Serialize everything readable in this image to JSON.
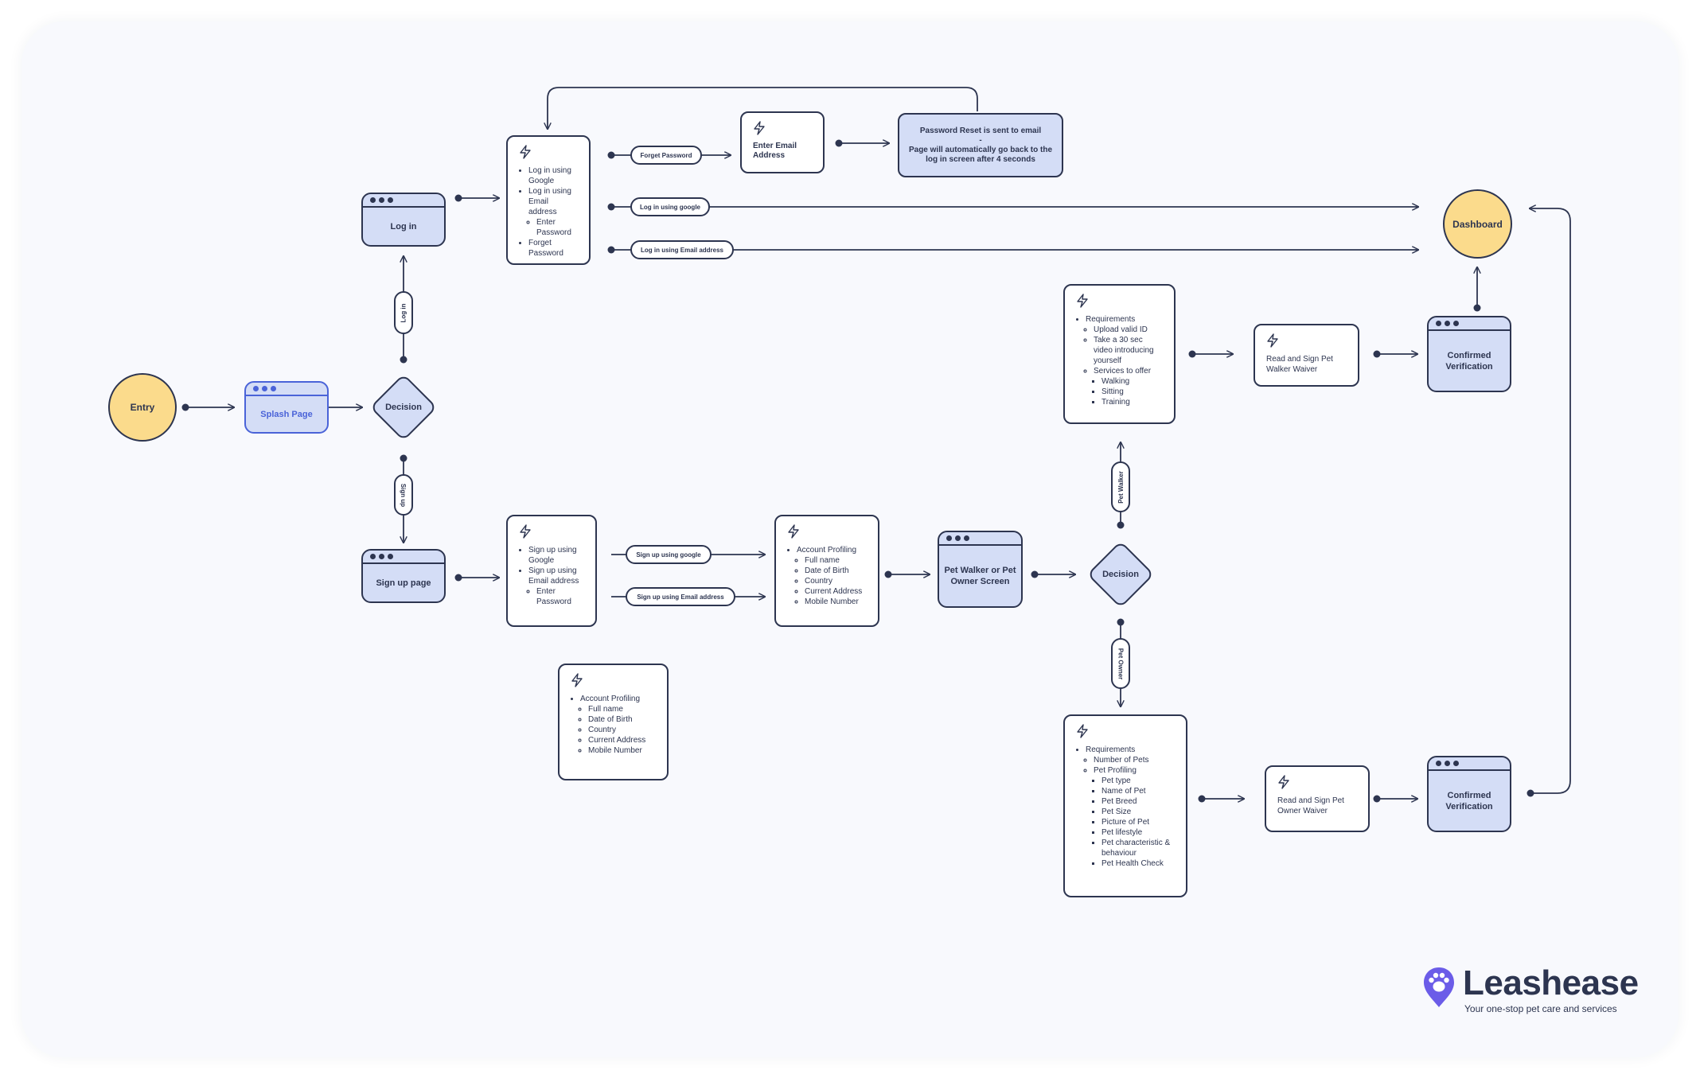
{
  "colors": {
    "ink": "#2d3550",
    "blue_fill": "#d4ddf6",
    "accent": "#4a63d8",
    "yellow": "#fbdb8c",
    "brand": "#6b5ce8"
  },
  "nodes": {
    "entry": "Entry",
    "splash": "Splash Page",
    "decision_main": "Decision",
    "login": "Log in",
    "signup": "Sign up page",
    "dashboard": "Dashboard",
    "enter_email": "Enter Email Address",
    "reset_note": {
      "line1": "Password Reset is sent to email",
      "line2": "-",
      "line3": "Page will automatically go back to the log in screen after 4 seconds"
    },
    "role_screen": "Pet Walker or Pet Owner Screen",
    "decision_role": "Decision",
    "walker_waiver": "Read and Sign Pet Walker Waiver",
    "owner_waiver": "Read and Sign Pet Owner  Waiver",
    "walker_confirmed": "Confirmed Verification",
    "owner_confirmed": "Confirmed Verification"
  },
  "labels": {
    "log_in": "Log in",
    "sign_up": "Sign up",
    "forget_password": "Forget Password",
    "login_google": "Log in using google",
    "login_email": "Log in using Email address",
    "signup_google": "Sign up using google",
    "signup_email": "Sign up using Email address",
    "pet_walker": "Pet Walker",
    "pet_owner": "Pet Owner"
  },
  "login_options": {
    "items": [
      "Log in using Google",
      "Log in using Email address",
      "Forget Password"
    ],
    "email_sub": [
      "Enter Password"
    ]
  },
  "signup_options": {
    "items": [
      "Sign up using Google",
      "Sign up using Email address"
    ],
    "email_sub": [
      "Enter Password"
    ]
  },
  "profiling_a": {
    "title": "Account Profiling",
    "fields": [
      "Full name",
      "Date of Birth",
      "Country",
      "Current Address",
      "Mobile Number"
    ]
  },
  "profiling_b": {
    "title": "Account Profiling",
    "fields": [
      "Full name",
      "Date of Birth",
      "Country",
      "Current Address",
      "Mobile Number"
    ]
  },
  "walker_requirements": {
    "title": "Requirements",
    "items": [
      "Upload valid ID",
      "Take a 30 sec video introducing yourself",
      "Services to offer"
    ],
    "services": [
      "Walking",
      "Sitting",
      "Training"
    ]
  },
  "owner_requirements": {
    "title": "Requirements",
    "items": [
      "Number of Pets",
      "Pet Profiling"
    ],
    "pet_profiling": [
      "Pet type",
      "Name of Pet",
      "Pet Breed",
      "Pet Size",
      "Picture of Pet",
      "Pet lifestyle",
      "Pet characteristic & behaviour",
      "Pet Health Check"
    ]
  },
  "brand": {
    "name": "Leashease",
    "tagline": "Your one-stop pet care and services",
    "logo_icon": "paw-pin-icon"
  }
}
